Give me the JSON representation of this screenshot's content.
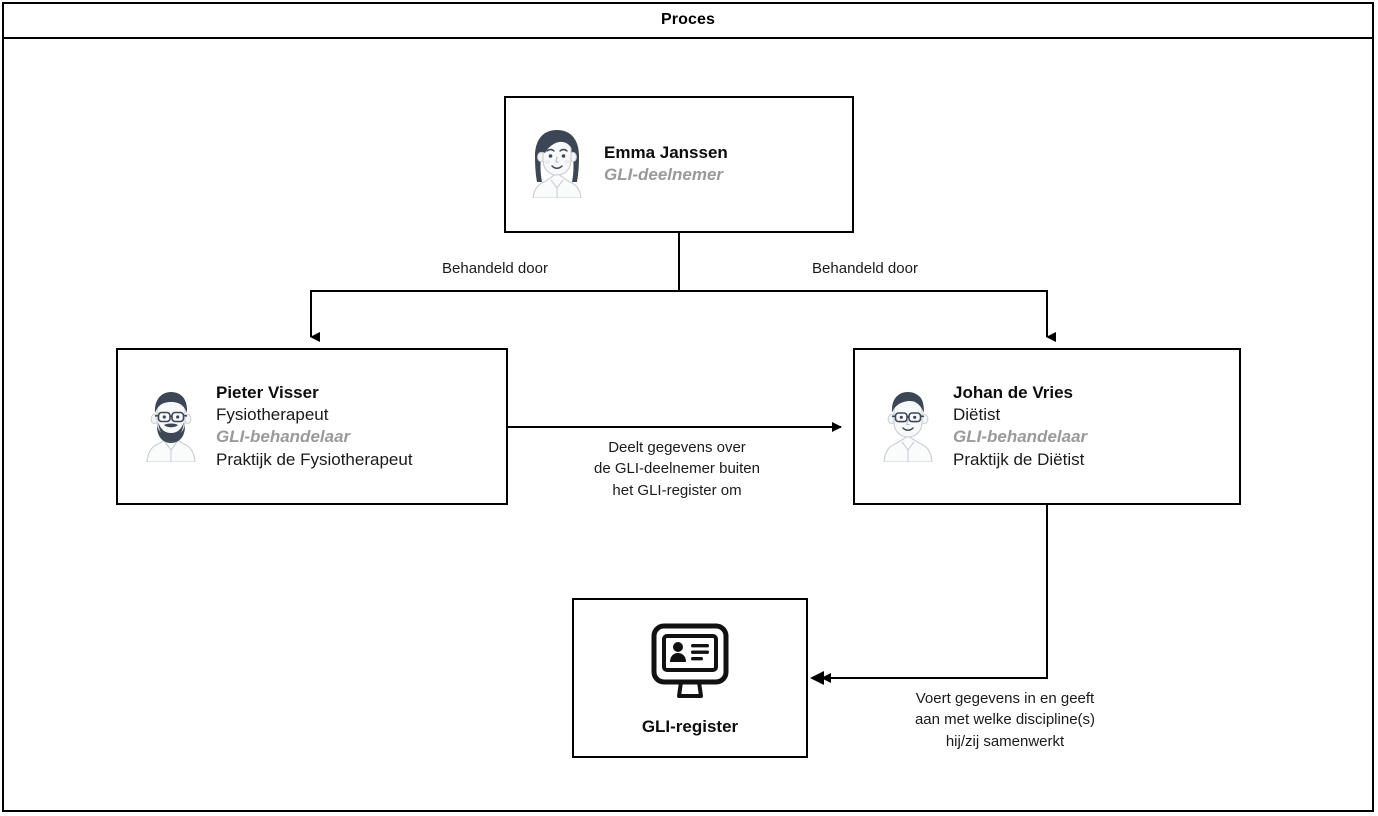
{
  "header": {
    "title": "Proces"
  },
  "nodes": {
    "emma": {
      "name": "Emma Janssen",
      "tag": "GLI-deelnemer",
      "avatar_icon": "female-avatar-icon"
    },
    "pieter": {
      "name": "Pieter Visser",
      "role": "Fysiotherapeut",
      "tag": "GLI-behandelaar",
      "practice": "Praktijk de Fysiotherapeut",
      "avatar_icon": "bearded-male-avatar-icon"
    },
    "johan": {
      "name": "Johan de Vries",
      "role": "Diëtist",
      "tag": "GLI-behandelaar",
      "practice": "Praktijk de Diëtist",
      "avatar_icon": "male-avatar-icon"
    },
    "register": {
      "label": "GLI-register",
      "icon": "monitor-id-card-icon"
    }
  },
  "edges": {
    "emma_to_pieter_label": "Behandeld door",
    "emma_to_johan_label": "Behandeld door",
    "pieter_to_johan_label": "Deelt gegevens over\nde GLI-deelnemer buiten\nhet GLI-register om",
    "johan_to_register_label": "Voert gegevens in en geeft\naan met welke discipline(s)\nhij/zij samenwerkt"
  },
  "colors": {
    "stroke": "#000000",
    "text": "#1a1a1a",
    "muted": "#9a9a9a",
    "avatar_dark": "#3d4654",
    "avatar_light": "#f7f8f9",
    "background": "#ffffff"
  }
}
